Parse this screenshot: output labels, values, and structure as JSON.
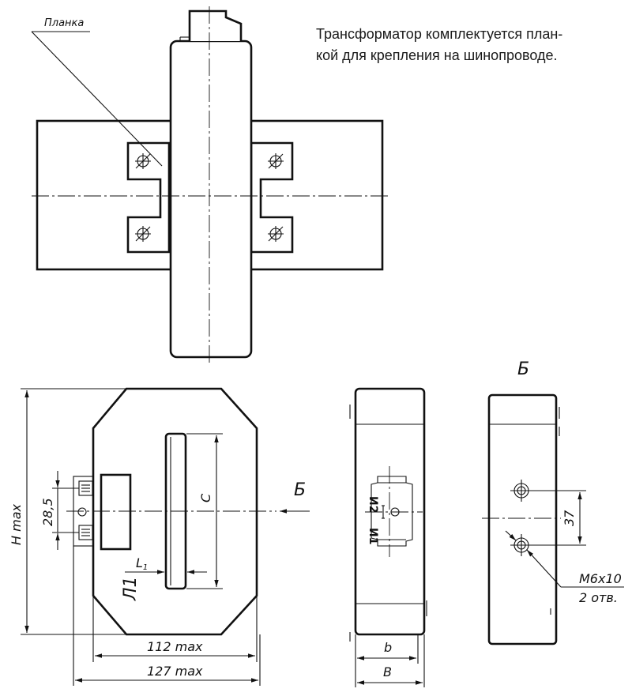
{
  "note": {
    "line1": "Трансформатор комплектуется план-",
    "line2": "кой для крепления на шинопроводе."
  },
  "labels": {
    "plank": "Планка",
    "view_b_title": "Б",
    "view_arrow_b": "Б",
    "mark_l1": "Л1",
    "terminal_i1": "И1",
    "terminal_i2": "И2",
    "thread": "М6х10",
    "holes": "2 отв."
  },
  "dimensions": {
    "height": "H max",
    "terminal_pitch": "28,5",
    "c": "C",
    "l1": "L",
    "l1_sub": "1",
    "width_inner": "112 max",
    "width_outer": "127 max",
    "depth_b_small": "b",
    "depth_b_large": "B",
    "hole_spacing": "37"
  }
}
